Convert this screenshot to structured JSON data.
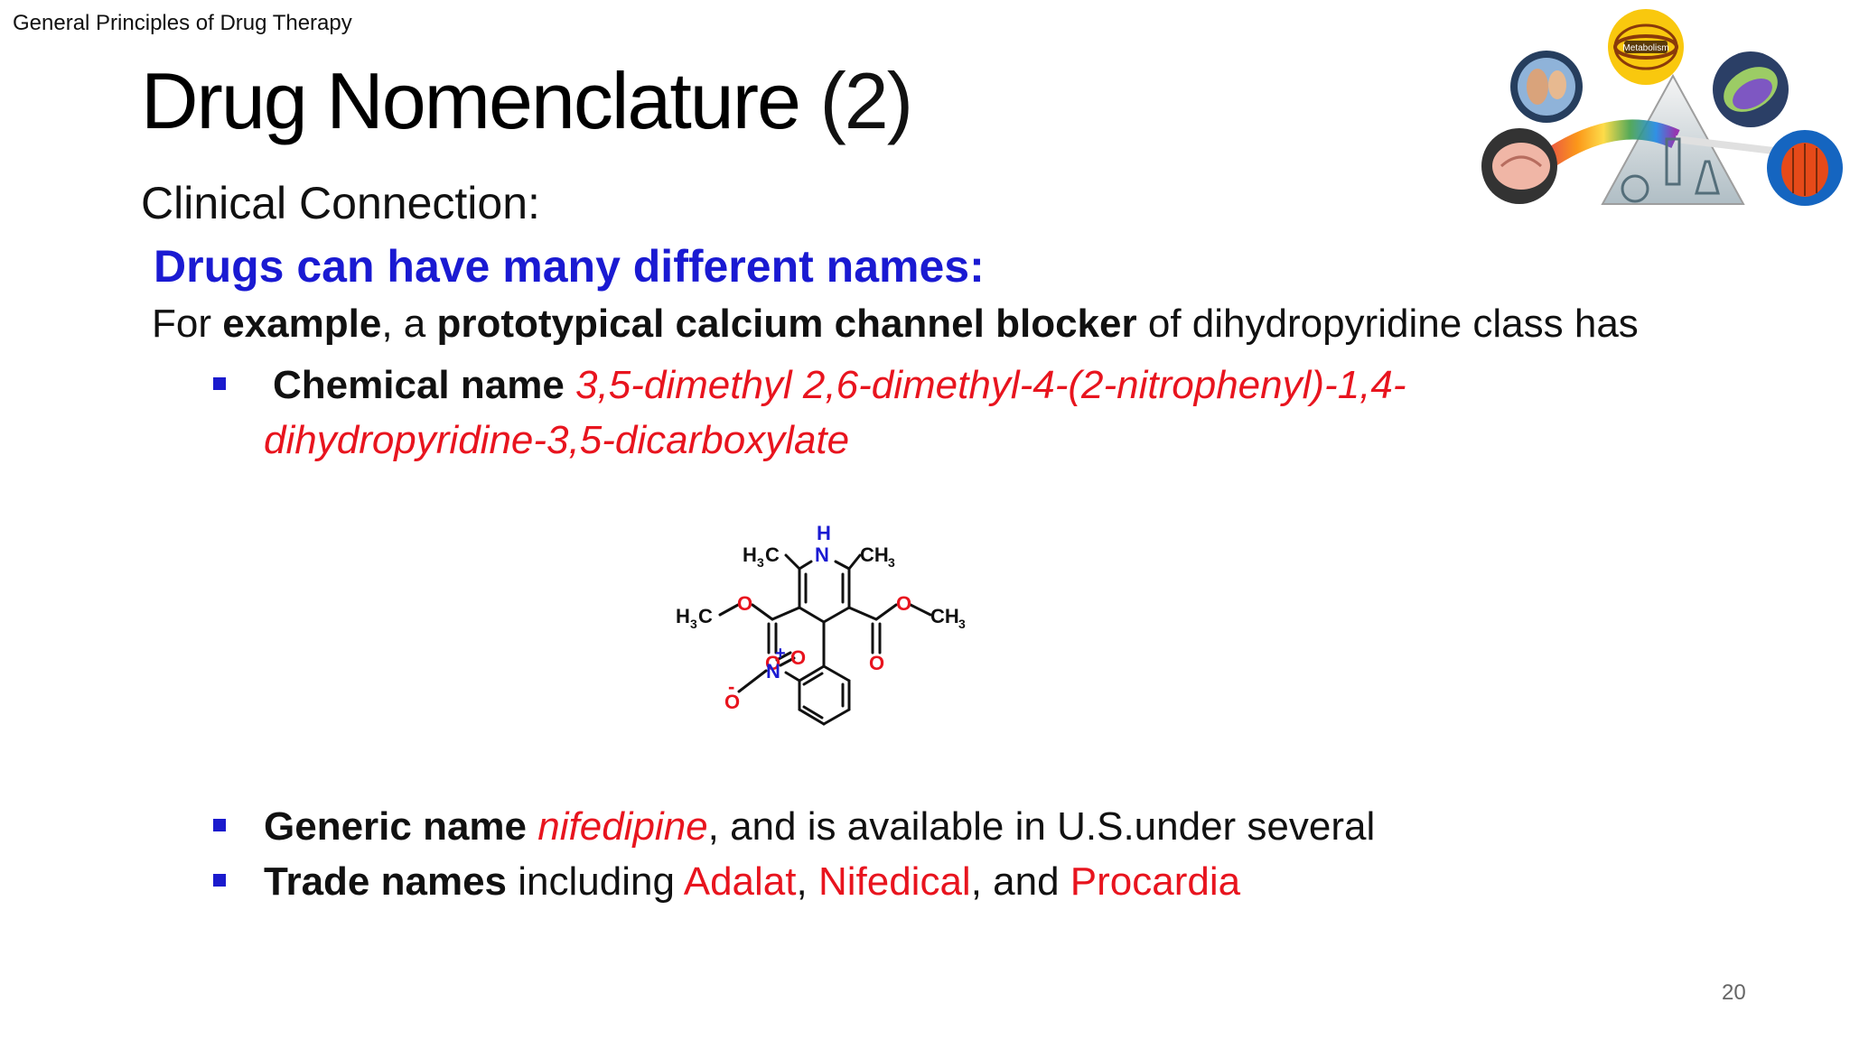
{
  "header": {
    "course": "General Principles of Drug Therapy"
  },
  "title": {
    "main": "Drug Nomenclature",
    "suffix": "(2)"
  },
  "subtitle": "Clinical Connection:",
  "heading": "Drugs can have many different names:",
  "intro": {
    "p1": "For ",
    "b1": "example",
    "p2": ", a ",
    "b2": "prototypical calcium channel blocker",
    "p3": " of dihydropyridine class has"
  },
  "bullets": {
    "chemical": {
      "label": "Chemical name",
      "value_line1": "3,5-dimethyl 2,6-dimethyl-4-(2-nitrophenyl)-1,4-",
      "value_line2": "dihydropyridine-3,5-dicarboxylate"
    },
    "generic": {
      "label": "Generic name",
      "value": "nifedipine",
      "rest": ", and is available in U.S.under several"
    },
    "trade": {
      "label": "Trade names",
      "p1": " including ",
      "n1": "Adalat",
      "sep1": ", ",
      "n2": "Nifedical",
      "sep2": ", and ",
      "n3": "Procardia"
    }
  },
  "molecule_labels": {
    "nh_h": "H",
    "nh_n": "N",
    "h3c_top": "H",
    "h3c_top_sub": "3",
    "h3c_top_c": "C",
    "ch3_top": "CH",
    "ch3_top_sub": "3",
    "h3c_left": "H",
    "h3c_left_sub": "3",
    "h3c_left_c": "C",
    "ch3_right": "CH",
    "ch3_right_sub": "3",
    "o": "O",
    "n_plus": "N",
    "plus": "+",
    "minus": "-"
  },
  "logo": {
    "sign": "Metabolism"
  },
  "colors": {
    "heading_blue": "#1a1ad2",
    "accent_red": "#e8141e",
    "bullet_blue": "#1a1acd"
  },
  "page_number": "20"
}
